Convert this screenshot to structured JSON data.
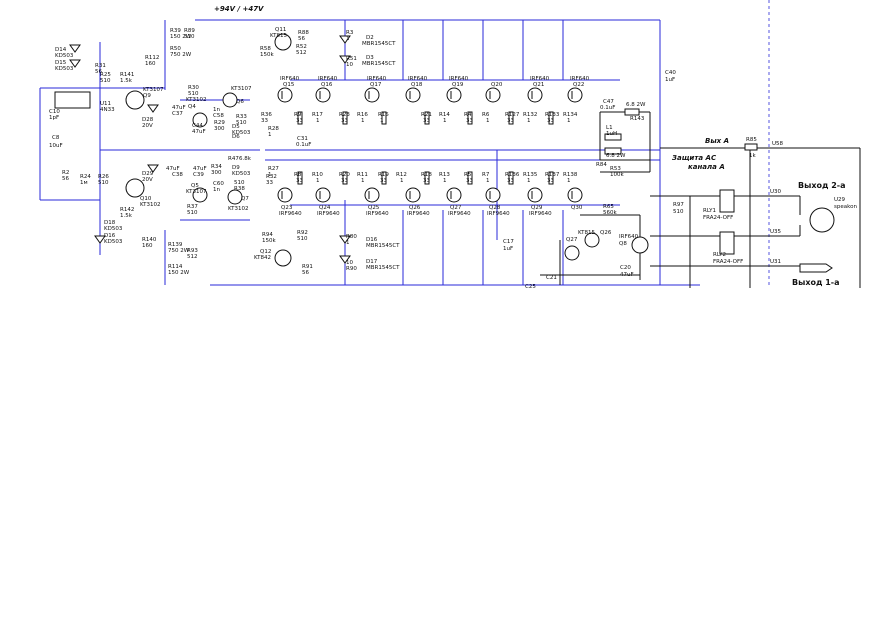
{
  "header": {
    "supply": "+94V / +47V"
  },
  "labels": {
    "protect_title": "Защита АС",
    "protect_sub": "канала А",
    "vyh": "Вых А",
    "out2": "Выход 2-а",
    "out1": "Выход 1-а",
    "u29": "U29",
    "u29_sub": "speakon",
    "u30": "U30",
    "u35": "U35",
    "u31": "U31",
    "u58": "U58",
    "r85": "R85",
    "r85v": "1k",
    "rly1": "RLY1",
    "rly1v": "FRA24-OFF",
    "rly2": "RLY2",
    "rly2v": "FRA24-OFF",
    "r97": "R97",
    "r97v": "510",
    "r65": "R65",
    "r65v": "560k",
    "q8": "IRF640",
    "q8b": "Q8",
    "q26": "Q26",
    "q27": "Q27",
    "kt815": "KT815",
    "c20": "C20",
    "c20v": "47uF",
    "c21": "C21",
    "c25": "C25",
    "c40": "C40",
    "c40v": "1uF",
    "c47": "C47",
    "c47v": "0.1uF",
    "r143": "R143",
    "r143v": "6.8 2W",
    "l1": "L1",
    "l1v": "1uH",
    "r84": "R84",
    "r84v": "6.8 2W",
    "r53": "R53",
    "r53v": "100k",
    "c17": "C17",
    "c17v": "1uF",
    "c31": "C31",
    "c31v": "0.1uF"
  },
  "top_resistors": [
    {
      "ref": "R39",
      "val": "150 2W"
    },
    {
      "ref": "R89",
      "val": "510"
    },
    {
      "ref": "R50",
      "val": "750 2W"
    },
    {
      "ref": "R112",
      "val": "160"
    },
    {
      "ref": "R31",
      "val": "56"
    },
    {
      "ref": "R25",
      "val": "510"
    },
    {
      "ref": "R141",
      "val": "1.5k"
    },
    {
      "ref": "R58",
      "val": "150k"
    },
    {
      "ref": "R88",
      "val": "56"
    },
    {
      "ref": "R52",
      "val": "512"
    },
    {
      "ref": "R3",
      "val": "1"
    },
    {
      "ref": "R51",
      "val": "10"
    },
    {
      "ref": "R30",
      "val": "510"
    },
    {
      "ref": "R29",
      "val": "300"
    },
    {
      "ref": "R36",
      "val": "33"
    },
    {
      "ref": "R28",
      "val": "1"
    },
    {
      "ref": "R33",
      "val": "510"
    }
  ],
  "top_mosfets": [
    {
      "ref": "Q15",
      "type": "IRF640"
    },
    {
      "ref": "Q16",
      "type": "IRF640"
    },
    {
      "ref": "Q17",
      "type": "IRF640"
    },
    {
      "ref": "Q18",
      "type": "IRF640"
    },
    {
      "ref": "Q19",
      "type": "IRF640"
    },
    {
      "ref": "Q20",
      "type": ""
    },
    {
      "ref": "Q21",
      "type": "IRF640"
    },
    {
      "ref": "Q22",
      "type": "IRF640"
    }
  ],
  "top_row": [
    {
      "a": "R9",
      "av": "33",
      "b": "R17",
      "bv": "1"
    },
    {
      "a": "R23",
      "av": "33",
      "b": "R16",
      "bv": "1"
    },
    {
      "a": "R15",
      "av": "1",
      "b": "",
      "bv": ""
    },
    {
      "a": "R21",
      "av": "33",
      "b": "R14",
      "bv": "1"
    },
    {
      "a": "R4",
      "av": "33",
      "b": "R6",
      "bv": "1"
    },
    {
      "a": "R127",
      "av": "33",
      "b": "R132",
      "bv": "1"
    },
    {
      "a": "R133",
      "av": "33",
      "b": "R134",
      "bv": "1"
    }
  ],
  "bot_row": [
    {
      "a": "R8",
      "av": "33",
      "b": "R10",
      "bv": "1"
    },
    {
      "a": "R20",
      "av": "33",
      "b": "R11",
      "bv": "1"
    },
    {
      "a": "R19",
      "av": "33",
      "b": "R12",
      "bv": "1"
    },
    {
      "a": "R18",
      "av": "33",
      "b": "R13",
      "bv": "1"
    },
    {
      "a": "R5",
      "av": "33",
      "b": "R7",
      "bv": "1"
    },
    {
      "a": "R136",
      "av": "33",
      "b": "R135",
      "bv": "1"
    },
    {
      "a": "R137",
      "av": "33",
      "b": "R138",
      "bv": "1"
    }
  ],
  "bot_mosfets": [
    {
      "ref": "Q23",
      "type": "IRF9640"
    },
    {
      "ref": "Q24",
      "type": "IRF9640"
    },
    {
      "ref": "Q25",
      "type": "IRF9640"
    },
    {
      "ref": "Q26",
      "type": "IRF9640"
    },
    {
      "ref": "Q27",
      "type": "IRF9640"
    },
    {
      "ref": "Q28",
      "type": "IRF9640"
    },
    {
      "ref": "Q29",
      "type": "IRF9640"
    },
    {
      "ref": "Q30",
      "type": ""
    }
  ],
  "input": {
    "d14": "D14",
    "d14v": "KD503",
    "d15": "D15",
    "d15v": "KD503",
    "c10": "C10",
    "c10v": "1pF",
    "c8": "C8",
    "c8v": "10uF",
    "u11": "U11",
    "u11v": "4N33",
    "r2": "R2",
    "r2v": "56",
    "r24": "R24",
    "r24v": "1м",
    "r26": "R26",
    "r26v": "510",
    "r142": "R142",
    "r142v": "1.5k",
    "r140": "R140",
    "r140v": "160",
    "r139": "R139",
    "r139v": "750 2W",
    "r114": "R114",
    "r114v": "150 2W",
    "r93": "R93",
    "r93v": "512",
    "r94": "R94",
    "r94v": "150k",
    "r92": "R92",
    "r92v": "510",
    "r91": "R91",
    "r91v": "56",
    "d16": "D16",
    "d16v": "KD503",
    "q9": "Q9",
    "q9v": "KT3107",
    "q10": "Q10",
    "q10v": "KT3102",
    "d28": "D28",
    "d28v": "20V",
    "d29": "D29",
    "d29v": "20V",
    "q4": "Q4",
    "q4v": "KT3102",
    "q6": "Q6",
    "q6v": "KT3107",
    "q5": "Q5",
    "q5v": "KT3107",
    "q7": "Q7",
    "q7v": "KT3102",
    "q11": "Q11",
    "q11v": "KT815",
    "q12": "Q12",
    "q12v": "KT842",
    "c37": "C37",
    "c37v": "47uF",
    "c44": "C44",
    "c44v": "47uF",
    "c38": "C38",
    "c38v": "47uF",
    "c39": "C39",
    "c39v": "47uF",
    "c58": "C58",
    "c58v": "1n",
    "c60": "C60",
    "c60v": "1n",
    "r34": "R34",
    "r34v": "300",
    "r37": "R37",
    "r37v": "510",
    "r38": "R38",
    "r38v": "510",
    "r47": "R47",
    "r47v": "6.8k",
    "r27": "R27",
    "r27v": "1",
    "r32": "R32",
    "r32v": "33",
    "d6": "D6",
    "d9": "D9",
    "d9v": "KD503",
    "d2": "D2",
    "d2v": "MBR1545CT",
    "d3": "D3",
    "d3v": "MBR1545CT",
    "d16b": "D16",
    "d16bv": "MBR1545CT",
    "d17": "D17",
    "d17v": "MBR1545CT",
    "r80": "R80",
    "r80v": "1",
    "r90": "R90",
    "r90v": "10",
    "d5": "D5",
    "d5v": "KD503",
    "d18": "D18",
    "d18v": "KD503"
  }
}
